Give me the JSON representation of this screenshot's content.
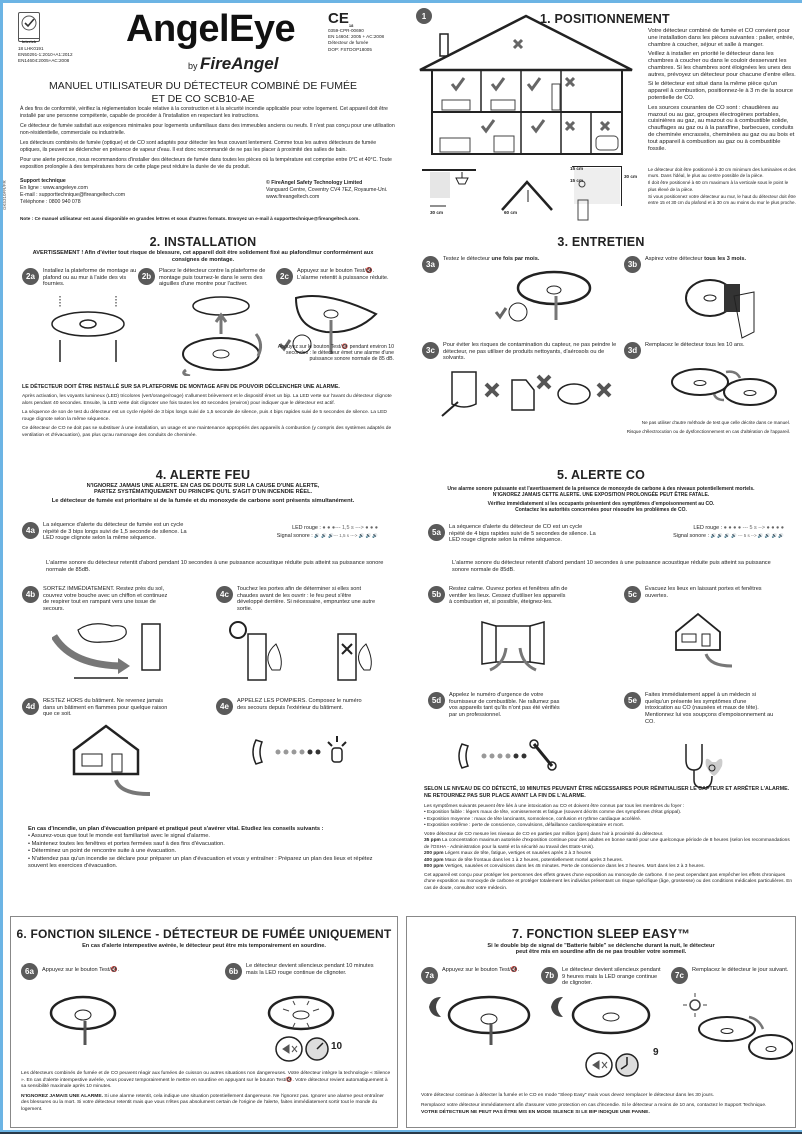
{
  "header": {
    "brand": "AngelEye",
    "brand_by": "by",
    "brand_sub": "FireAngel",
    "cert_left": {
      "logo_label": "Intertek",
      "lines": [
        "18 LHK0191",
        "EN50291-1:2010+A1:2012",
        "EN14604:2005+AC:2008"
      ]
    },
    "cert_right": {
      "mark": "CE",
      "mark_sub": "18",
      "lines": [
        "0359-CPR-00690",
        "EN 14604: 2005 + AC:2008",
        "Détecteur de fumée",
        "DOP: FSTDOP18005"
      ]
    },
    "title_line1": "MANUEL UTILISATEUR DU DÉTECTEUR COMBINÉ DE FUMÉE",
    "title_line2": "ET DE CO SCB10-AE",
    "side_code": "GK5310FR/FR"
  },
  "intro": {
    "paragraphs": [
      "À des fins de conformité, vérifiez la réglementation locale relative à la construction et à la sécurité incendie applicable pour votre logement. Cet appareil doit être installé par une personne compétente, capable de procéder à l'installation en respectant les instructions.",
      "Ce détecteur de fumée satisfait aux exigences minimales pour logements unifamiliaux dans des immeubles anciens ou neufs. Il n'est pas conçu pour une utilisation non-résidentielle, commerciale ou industrielle.",
      "Les détecteurs combinés de fumée (optique) et de CO sont adaptés pour détecter les feux couvant lentement. Comme tous les autres détecteurs de fumée optiques, ils peuvent se déclencher en présence de vapeur d'eau. Il est donc recommandé de ne pas les placer à proximité des salles de bain.",
      "Pour une alerte précoce, nous recommandons d'installer des détecteurs de fumée dans toutes les pièces où la température est comprise entre 0°C et 40°C. Toute exposition prolongée à des températures hors de cette plage peut réduire la durée de vie du produit."
    ],
    "support": {
      "title": "Support technique",
      "online": "En ligne : www.angeleye.com",
      "email": "E-mail : supporttechnique@fireangeltech.com",
      "phone": "Téléphone : 0800 940 078"
    },
    "company": {
      "name": "© FireAngel Safety Technology Limited",
      "address": "Vanguard Centre, Coventry CV4 7EZ, Royaume-Uni.",
      "website": "www.fireangeltech.com"
    },
    "note": "Note : Ce manuel utilisateur est aussi disponible en grandes lettres et sous d'autres formats. Envoyez un e-mail à supporttechnique@fireangeltech.com."
  },
  "s1": {
    "number": "1",
    "title": "1. POSITIONNEMENT",
    "paragraphs": [
      "Votre détecteur combiné de fumée et CO convient pour une installation dans les pièces suivantes : palier, entrée, chambre à coucher, séjour et salle à manger.",
      "Veillez à installer en priorité le détecteur dans les chambres à coucher ou dans le couloir desservant les chambres. Si les chambres sont éloignées les unes des autres, prévoyez un détecteur pour chacune d'entre elles.",
      "Si le détecteur est situé dans la même pièce qu'un appareil à combustion, positionnez-le à 3 m de la source potentielle de CO.",
      "Les sources courantes de CO sont : chaudières au mazout ou au gaz, groupes électrogènes portables, cuisinières au gaz, au mazout ou à combustible solide, chauffages au gaz ou à la paraffine, barbecues, conduits de cheminée encrassés, cheminées au gaz ou au bois et tout appareil à combustion au gaz ou à combustible fossile."
    ],
    "small_paragraphs": [
      "Le détecteur doit être positionné à 30 cm minimum des luminaires et des murs. Dans l'idéal, le plus au centre possible de la pièce.",
      "Il doit être positionné à 60 cm maximum à la verticale sous le point le plus élevé de la pièce.",
      "Si vous positionnez votre détecteur au mur, le haut du détecteur doit être entre 15 et 30 cm du plafond et à 30 cm au moins du mur le plus proche."
    ],
    "dims": {
      "d1": "30 cm",
      "d2": "60 cm",
      "d3": "15 cm",
      "d4": "15 cm",
      "d5": "30 cm"
    }
  },
  "s2": {
    "title": "2. INSTALLATION",
    "warning": "AVERTISSEMENT ! Afin d'éviter tout risque de blessure, cet appareil doit être solidement fixé au plafond/mur conformément aux consignes de montage.",
    "steps": [
      {
        "badge": "2a",
        "text": "Installez la plateforme de montage au plafond ou au mur à l'aide des vis fournies."
      },
      {
        "badge": "2b",
        "text": "Placez le détecteur contre la plateforme de montage puis tournez-le dans le sens des aiguilles d'une montre pour l'activer."
      },
      {
        "badge": "2c",
        "text": "Appuyez sur le bouton Test/🔇. L'alarme retentit à puissance réduite."
      }
    ],
    "caption": "Appuyez sur le bouton Test/🔇 pendant environ 10 secondes : le détecteur émet une alarme d'une puissance sonore normale de 85 dB.",
    "bold_notice": "LE DÉTECTEUR DOIT ÊTRE INSTALLÉ SUR SA PLATEFORME DE MONTAGE AFIN DE POUVOIR DÉCLENCHER UNE ALARME.",
    "paragraphs": [
      "Après activation, les voyants lumineux (LED) tricolores (vert/orange/rouge) s'allument brièvement et le dispositif émet un bip. La LED verte sur l'avant du détecteur clignote alors pendant 40 secondes. Ensuite, la LED verte doit clignoter une fois toutes les 40 secondes (environ) pour indiquer que le détecteur est actif.",
      "La séquence de son de test du détecteur est un cycle répété de 3 bips longs suivi de 1,5 seconde de silence, puis 4 bips rapides suivi de 5 secondes de silence. La LED rouge clignote selon la même séquence.",
      "Ce détecteur de CO ne doit pas se substituer à une installation, un usage et une maintenance appropriés des appareils à combustion (y compris des systèmes adaptés de ventilation et d'évacuation), pas plus qu'au ramonage des conduits de cheminée."
    ]
  },
  "s3": {
    "title": "3. ENTRETIEN",
    "steps": [
      {
        "badge": "3a",
        "text": "Testez le détecteur ",
        "bold": "une fois par mois."
      },
      {
        "badge": "3b",
        "text": "Aspirez votre détecteur ",
        "bold": "tous les 3 mois."
      },
      {
        "badge": "3c",
        "text": "Pour éviter les risques de contamination du capteur, ne pas peindre le détecteur, ne pas utiliser de produits nettoyants, d'aérosols ou de solvants.",
        "bold": ""
      },
      {
        "badge": "3d",
        "text": "Remplacez le détecteur tous les 10 ans.",
        "bold": ""
      }
    ],
    "notes": [
      "Ne pas utiliser d'autre méthode de test que celle décrite dans ce manuel.",
      "Risque d'électrocution ou de dysfonctionnement en cas d'altération de l'appareil."
    ]
  },
  "s4": {
    "title": "4. ALERTE FEU",
    "warning_line1": "N'IGNOREZ JAMAIS UNE ALERTE. EN CAS DE DOUTE SUR LA CAUSE D'UNE ALERTE,",
    "warning_line2": "PARTEZ SYSTÉMATIQUEMENT DU PRINCIPE QU'IL S'AGIT D'UN INCENDIE RÉEL.",
    "priority": "Le détecteur de fumée est prioritaire si de la fumée et du monoxyde de carbone sont présents simultanément.",
    "step_4a": {
      "badge": "4a",
      "text": "La séquence d'alerte du détecteur de fumée est un cycle répété de 3 bips longs suivi de 1,5 seconde de silence. La LED rouge clignote selon la même séquence."
    },
    "sequence": {
      "led_label": "LED rouge :",
      "led_value": "● ● ●--- 1,5 s ---> ● ● ●",
      "sound_label": "Signal sonore :",
      "sound_value": "🔊 🔊 🔊--- 1,5 s ---> 🔊 🔊 🔊"
    },
    "alarm_note": "L'alarme sonore du détecteur retentit d'abord pendant 10 secondes à une puissance acoustique réduite puis atteint sa puissance sonore normale de 85dB.",
    "steps": [
      {
        "badge": "4b",
        "text": "SORTEZ IMMÉDIATEMENT. Restez près du sol, couvrez votre bouche avec un chiffon et continuez de respirer tout en rampant vers une issue de secours."
      },
      {
        "badge": "4c",
        "text": "Touchez les portes afin de déterminer si elles sont chaudes avant de les ouvrir : le feu peut s'être développé derrière. Si nécessaire, empruntez une autre sortie."
      },
      {
        "badge": "4d",
        "text": "RESTEZ HORS du bâtiment. Ne revenez jamais dans un bâtiment en flammes pour quelque raison que ce soit."
      },
      {
        "badge": "4e",
        "text": "APPELEZ LES POMPIERS. Composez le numéro des secours depuis l'extérieur du bâtiment."
      }
    ],
    "plan_title": "En cas d'incendie, un plan d'évacuation préparé et pratiqué peut s'avérer vital. Etudiez les conseils suivants :",
    "bullets": [
      "• Assurez-vous que tout le monde est familiarisé avec le signal d'alarme.",
      "• Maintenez toutes les fenêtres et portes fermées sauf à des fins d'évacuation.",
      "• Déterminez un point de rencontre suite à une évacuation.",
      "• N'attendez pas qu'un incendie se déclare pour préparer un plan d'évacuation et vous y entraîner : Préparez un plan des lieux et répétez souvent les exercices d'évacuation."
    ]
  },
  "s5": {
    "title": "5. ALERTE CO",
    "intro1": "Une alarme sonore puissante est l'avertissement de la présence de monoxyde de carbone à des niveaux potentiellement mortels.",
    "intro2": "N'IGNOREZ JAMAIS CETTE ALERTE. UNE EXPOSITION PROLONGÉE PEUT ÊTRE FATALE.",
    "intro3": "Vérifiez immédiatement si les occupants présentent des symptômes d'empoisonnement au CO.",
    "intro4": "Contactez les autorités concernées pour résoudre les problèmes de CO.",
    "step_5a": {
      "badge": "5a",
      "text": "La séquence d'alerte du détecteur de CO est un cycle répété de 4 bips rapides suivi de 5 secondes de silence. La LED rouge clignote selon la même séquence."
    },
    "sequence": {
      "led_label": "LED rouge :",
      "led_value": "● ● ● ● --- 5 s --> ● ● ● ●",
      "sound_label": "Signal sonore :",
      "sound_value": "🔊 🔊 🔊 🔊 --- 5 s --> 🔊 🔊 🔊 🔊"
    },
    "alarm_note": "L'alarme sonore du détecteur retentit d'abord pendant 10 secondes à une puissance acoustique réduite puis atteint sa puissance sonore normale de 85dB.",
    "steps": [
      {
        "badge": "5b",
        "text": "Restez calme. Ouvrez portes et fenêtres afin de ventiler les lieux. Cessez d'utiliser les appareils à combustion et, si possible, éteignez-les."
      },
      {
        "badge": "5c",
        "text": "Évacuez les lieux en laissant portes et fenêtres ouvertes."
      },
      {
        "badge": "5d",
        "text": "Appelez le numéro d'urgence de votre fournisseur de combustible. Ne rallumez pas vos appareils tant qu'ils n'ont pas été vérifiés par un professionnel."
      },
      {
        "badge": "5e",
        "text": "Faites immédiatement appel à un médecin si quelqu'un présente les symptômes d'une intoxication au CO (nausées et maux de tête). Mentionnez lui vos soupçons d'empoisonnement au CO."
      }
    ],
    "reset_notice": "SELON LE NIVEAU DE CO DÉTECTÉ, 10 MINUTES PEUVENT ÊTRE NÉCESSAIRES POUR RÉINITIALISER LE CAPTEUR ET ARRÊTER L'ALARME. NE RETOURNEZ PAS SUR PLACE AVANT LA FIN DE L'ALARME.",
    "symptoms_intro": "Les symptômes suivants peuvent être liés à une intoxication au CO et doivent être connus par tous les membres du foyer :",
    "symptoms": [
      "• Exposition faible : légers maux de tête, vomissements et fatigue (souvent décrits comme des symptômes d'état grippal).",
      "• Exposition moyenne : maux de tête lancinants, somnolence, confusion et rythme cardiaque accéléré.",
      "• Exposition extrême : perte de conscience, convulsions, défaillance cardiorespiratoire et mort."
    ],
    "ppm_intro": "Votre détecteur de CO mesure les niveaux de CO en parties par million (ppm) dans l'air à proximité du détecteur.",
    "ppm": [
      {
        "level": "35 ppm",
        "text": "La concentration maximum autorisée d'exposition continue pour des adultes en bonne santé pour une quelconque période de 8 heures (selon les recommandations de l'OSHA - Administration pour la santé et la sécurité au travail des Etats-Unis)."
      },
      {
        "level": "200 ppm",
        "text": "Légers maux de tête, fatigue, vertiges et nausées après 2 à 3 heures"
      },
      {
        "level": "400 ppm",
        "text": "Maux de tête frontaux dans les 1 à 2 heures, potentiellement mortel après 3 heures."
      },
      {
        "level": "800 ppm",
        "text": "Vertiges, nausées et convulsions dans les 45 minutes. Perte de conscience dans les 2 heures. Mort dans les 2 à 3 heures."
      }
    ],
    "closing": "Cet appareil est conçu pour protéger les personnes des effets graves d'une exposition au monoxyde de carbone. Il ne peut cependant pas empêcher les effets chroniques d'une exposition au monoxyde de carbone et protéger totalement les individus présentant un risque spécifique (âge, grossesse) ou des conditions médicales particulières. En cas de doute, consultez votre médecin."
  },
  "s6": {
    "title": "6. FONCTION SILENCE - DÉTECTEUR DE FUMÉE UNIQUEMENT",
    "subtitle": "En cas d'alerte intempestive avérée, le détecteur peut être mis temporairement en sourdine.",
    "steps": [
      {
        "badge": "6a",
        "text": "Appuyez sur le bouton Test/🔇."
      },
      {
        "badge": "6b",
        "text": "Le détecteur devient silencieux pendant 10 minutes mais la LED rouge continue de clignoter."
      }
    ],
    "timer": "10",
    "para1": "Les détecteurs combinés de fumée et de CO peuvent réagir aux fumées de cuisson ou autres situations non dangereuses. Votre détecteur intègre la technologie « Silence ». En cas d'alerte intempestive avérée, vous pouvez temporairement le mettre en sourdine en appuyant sur le bouton Test/🔇. Votre détecteur revient automatiquement à sa sensibilité maximale après 10 minutes.",
    "para2_bold": "N'IGNOREZ JAMAIS UNE ALARME.",
    "para2": " Si une alarme retentit, cela indique une situation potentiellement dangereuse. Ne l'ignorez pas. Ignorer une alarme peut entraîner des blessures ou la mort. Si votre détecteur retentit mais que vous n'êtes pas absolument certain de l'origine de l'alerte, faites immédiatement sortir tout le monde du logement."
  },
  "s7": {
    "title": "7. FONCTION SLEEP EASY™",
    "subtitle_line1": "Si le double bip de signal de \"Batterie faible\" se déclenche durant la nuit, le détecteur",
    "subtitle_line2": "peut être mis en sourdine afin de ne pas troubler votre sommeil.",
    "steps": [
      {
        "badge": "7a",
        "text": "Appuyez sur le bouton Test/🔇."
      },
      {
        "badge": "7b",
        "text": "Le détecteur devient silencieux pendant 9 heures mais la LED orange continue de clignoter."
      },
      {
        "badge": "7c",
        "text": "Remplacez le détecteur le jour suivant."
      }
    ],
    "timer": "9",
    "para1": "Votre détecteur continue à détecter la fumée et le CO en mode \"Sleep Easy\" mais vous devez remplacer le détecteur dans les 30 jours.",
    "para2": "Remplacez votre détecteur immédiatement afin d'assurer votre protection en cas d'incendie. Si le détecteur a moins de 10 ans, contactez le Support Technique.",
    "para3": "VOTRE DÉTECTEUR NE PEUT PAS ÊTRE MIS EN MODE SILENCE SI LE BIP INDIQUE UNE PANNE."
  },
  "colors": {
    "accent_blue": "#6cb4e4",
    "badge_gray": "#5a5a5a",
    "arrow_gray": "#777777"
  }
}
